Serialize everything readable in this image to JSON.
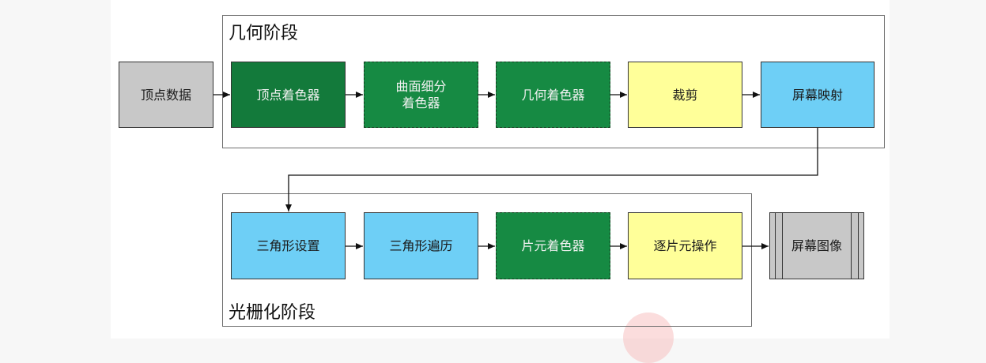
{
  "stages": {
    "geometry": {
      "title": "几何阶段"
    },
    "raster": {
      "title": "光栅化阶段"
    }
  },
  "nodes": {
    "vertex_data": {
      "label": "顶点数据",
      "color": "#c8c8c8"
    },
    "vertex_shader": {
      "label": "顶点着色器",
      "color": "#137a3b"
    },
    "tess_shader": {
      "label": "曲面细分\n着色器",
      "color": "#168a43"
    },
    "geom_shader": {
      "label": "几何着色器",
      "color": "#168a43"
    },
    "clip": {
      "label": "裁剪",
      "color": "#ffff99"
    },
    "screen_map": {
      "label": "屏幕映射",
      "color": "#6ecff6"
    },
    "tri_setup": {
      "label": "三角形设置",
      "color": "#6ecff6"
    },
    "tri_traverse": {
      "label": "三角形遍历",
      "color": "#6ecff6"
    },
    "frag_shader": {
      "label": "片元着色器",
      "color": "#168a43"
    },
    "per_frag": {
      "label": "逐片元操作",
      "color": "#ffff99"
    },
    "screen_image": {
      "label": "屏幕图像",
      "color": "#c8c8c8"
    }
  }
}
